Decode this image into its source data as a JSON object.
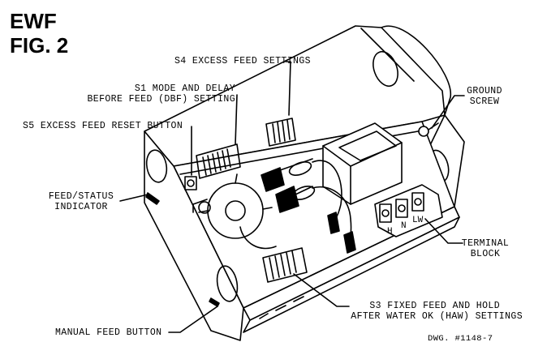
{
  "header": {
    "line1": "EWF",
    "line2": "FIG. 2"
  },
  "labels": {
    "s4": "S4 EXCESS FEED SETTINGS",
    "s1_line1": "S1 MODE AND DELAY",
    "s1_line2": "BEFORE FEED (DBF) SETTING",
    "s5": "S5 EXCESS FEED RESET BUTTON",
    "ground_line1": "GROUND",
    "ground_line2": "SCREW",
    "feed_line1": "FEED/STATUS",
    "feed_line2": "INDICATOR",
    "terminal_line1": "TERMINAL",
    "terminal_line2": "BLOCK",
    "s3_line1": "S3 FIXED FEED AND HOLD",
    "s3_line2": "AFTER WATER OK (HAW) SETTINGS",
    "manual": "MANUAL FEED BUTTON",
    "dwg": "DWG. #1148-7"
  },
  "terminals": [
    "H",
    "N",
    "LW"
  ]
}
